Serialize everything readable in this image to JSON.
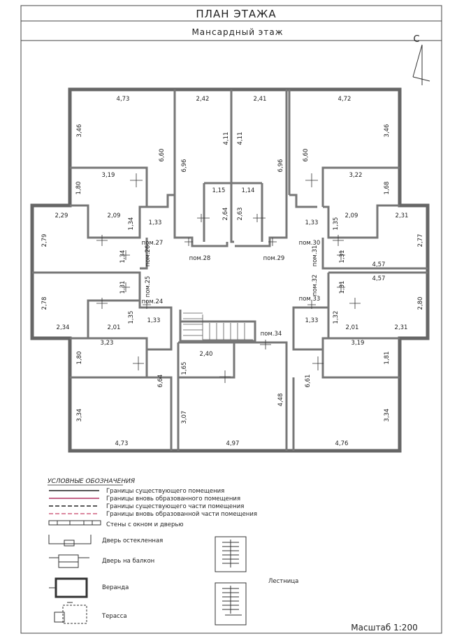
{
  "header": {
    "title": "ПЛАН ЭТАЖА",
    "subtitle": "Мансардный этаж",
    "compass_letter": "С"
  },
  "dimensions": [
    {
      "id": "d01",
      "text": "4,73"
    },
    {
      "id": "d02",
      "text": "2,42"
    },
    {
      "id": "d03",
      "text": "2,41"
    },
    {
      "id": "d04",
      "text": "4,72"
    },
    {
      "id": "d05",
      "text": "3,46"
    },
    {
      "id": "d06",
      "text": "6,60"
    },
    {
      "id": "d07",
      "text": "6,96"
    },
    {
      "id": "d08",
      "text": "4,11"
    },
    {
      "id": "d09",
      "text": "4,11"
    },
    {
      "id": "d10",
      "text": "6,96"
    },
    {
      "id": "d11",
      "text": "6,60"
    },
    {
      "id": "d12",
      "text": "3,46"
    },
    {
      "id": "d13",
      "text": "3,19"
    },
    {
      "id": "d14",
      "text": "1,80"
    },
    {
      "id": "d15",
      "text": "3,22"
    },
    {
      "id": "d16",
      "text": "1,68"
    },
    {
      "id": "d17",
      "text": "1,15"
    },
    {
      "id": "d18",
      "text": "1,14"
    },
    {
      "id": "d19",
      "text": "2,64"
    },
    {
      "id": "d20",
      "text": "2,63"
    },
    {
      "id": "d21",
      "text": "2,29"
    },
    {
      "id": "d22",
      "text": "2,09"
    },
    {
      "id": "d23",
      "text": "1,34"
    },
    {
      "id": "d24",
      "text": "1,33"
    },
    {
      "id": "d25",
      "text": "1,33"
    },
    {
      "id": "d26",
      "text": "1,35"
    },
    {
      "id": "d27",
      "text": "2,09"
    },
    {
      "id": "d28",
      "text": "2,31"
    },
    {
      "id": "d29",
      "text": "2,79"
    },
    {
      "id": "d30",
      "text": "1,34"
    },
    {
      "id": "d31",
      "text": "1,31"
    },
    {
      "id": "d32",
      "text": "2,77"
    },
    {
      "id": "d33",
      "text": "4,57"
    },
    {
      "id": "d34",
      "text": "4,57"
    },
    {
      "id": "d35",
      "text": "2,78"
    },
    {
      "id": "d36",
      "text": "1,31"
    },
    {
      "id": "d37",
      "text": "1,31"
    },
    {
      "id": "d38",
      "text": "2,80"
    },
    {
      "id": "d39",
      "text": "1,35"
    },
    {
      "id": "d40",
      "text": "1,32"
    },
    {
      "id": "d41",
      "text": "2,34"
    },
    {
      "id": "d42",
      "text": "2,01"
    },
    {
      "id": "d43",
      "text": "1,33"
    },
    {
      "id": "d44",
      "text": "1,33"
    },
    {
      "id": "d45",
      "text": "2,01"
    },
    {
      "id": "d46",
      "text": "2,31"
    },
    {
      "id": "d47",
      "text": "3,23"
    },
    {
      "id": "d48",
      "text": "3,19"
    },
    {
      "id": "d49",
      "text": "1,80"
    },
    {
      "id": "d50",
      "text": "6,64"
    },
    {
      "id": "d51",
      "text": "2,40"
    },
    {
      "id": "d52",
      "text": "1,65"
    },
    {
      "id": "d53",
      "text": "6,61"
    },
    {
      "id": "d54",
      "text": "1,81"
    },
    {
      "id": "d55",
      "text": "4,48"
    },
    {
      "id": "d56",
      "text": "3,34"
    },
    {
      "id": "d57",
      "text": "3,07"
    },
    {
      "id": "d58",
      "text": "3,34"
    },
    {
      "id": "d59",
      "text": "4,73"
    },
    {
      "id": "d60",
      "text": "4,97"
    },
    {
      "id": "d61",
      "text": "4,76"
    }
  ],
  "rooms": [
    {
      "id": "r27",
      "text": "пом.27"
    },
    {
      "id": "r26",
      "text": "пом.26"
    },
    {
      "id": "r28",
      "text": "пом.28"
    },
    {
      "id": "r29",
      "text": "пом.29"
    },
    {
      "id": "r30",
      "text": "пом.30"
    },
    {
      "id": "r31",
      "text": "пом.31"
    },
    {
      "id": "r25",
      "text": "пом.25"
    },
    {
      "id": "r32",
      "text": "пом.32"
    },
    {
      "id": "r24",
      "text": "пом.24"
    },
    {
      "id": "r33",
      "text": "пом.33"
    },
    {
      "id": "r34",
      "text": "пом.34"
    }
  ],
  "legend": {
    "heading": "УСЛОВНЫЕ ОБОЗНАЧЕНИЯ",
    "items": [
      {
        "label": "Границы существующего помещения",
        "color": "#555555"
      },
      {
        "label": "Границы вновь образованного помещения",
        "color": "#b03060"
      },
      {
        "label": "Границы существующего части помещения",
        "color": "#222222"
      },
      {
        "label": "Границы вновь образованной части помещения",
        "color": "#d06080"
      }
    ],
    "walls": "Стены с окном и дверью",
    "door_glazed": "Дверь остекленная",
    "door_balcony": "Дверь на балкон",
    "veranda": "Веранда",
    "terrace": "Терасса",
    "stairs": "Лестница"
  },
  "scale": "Масштаб 1:200"
}
